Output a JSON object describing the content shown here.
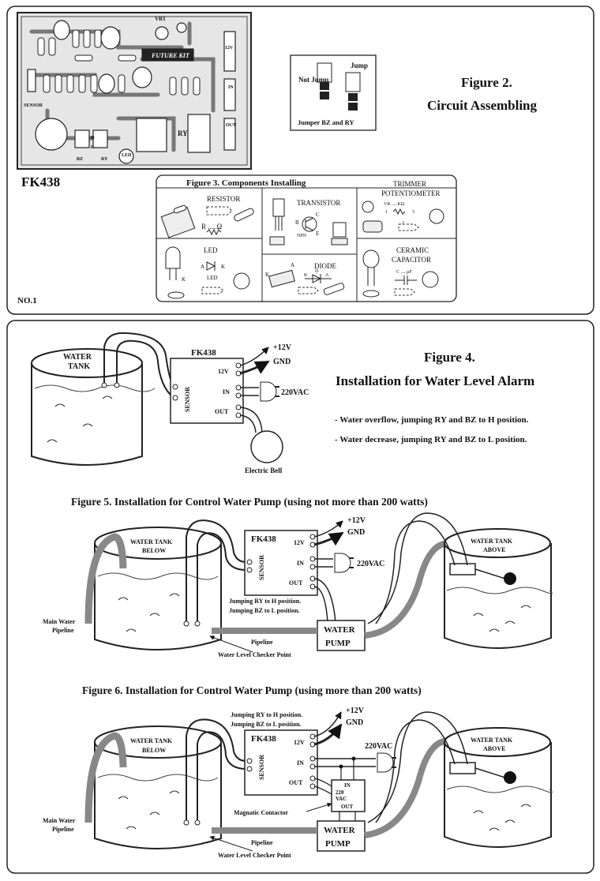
{
  "panel1": {
    "board_model": "FK438",
    "page_no": "NO.1",
    "board_marks": {
      "vr": "VR1",
      "logo": "FUTURE KIT",
      "sensor": "SENSOR",
      "ry": "RY",
      "bz": "BZ",
      "led": "LED",
      "h": "H",
      "l": "L",
      "ry_vertical": "RY",
      "out": "OUT",
      "in": "IN",
      "volt": "12V"
    },
    "jumper": {
      "not_jump": "Not Jump",
      "jump": "Jump",
      "caption": "Jumper BZ and RY"
    },
    "fig2": {
      "line1": "Figure 2.",
      "line2": "Circuit Assembling"
    },
    "fig3": {
      "title": "Figure 3. Components Installing",
      "resistor": "RESISTOR",
      "resistor_sym": "R .....Ω",
      "transistor": "TRANSISTOR",
      "npn": "NPN",
      "trimmer1": "TRIMMER",
      "trimmer2": "POTENTIOMETER",
      "trimmer_sym": "VR .....KΩ",
      "led": "LED",
      "led_sym": "LED",
      "diode": "DIODE",
      "ceramic1": "CERAMIC",
      "ceramic2": "CAPACITOR",
      "cap_sym": "C .....µF",
      "pin_a": "A",
      "pin_k": "K",
      "pin_b": "B",
      "pin_c": "C",
      "pin_e": "E",
      "pin_d": "D",
      "pin_1": "1",
      "pin_2": "2",
      "pin_3": "3"
    }
  },
  "fig4": {
    "line1": "Figure 4.",
    "line2": "Installation for Water Level Alarm",
    "tank": [
      "WATER",
      "TANK"
    ],
    "board": "FK438",
    "sensor": "SENSOR",
    "v12": "12V",
    "in": "IN",
    "out": "OUT",
    "plus12": "+12V",
    "gnd": "GND",
    "vac": "220VAC",
    "bell": "Electric Bell",
    "note1": "- Water overflow, jumping RY and BZ to H position.",
    "note2": "- Water decrease, jumping RY and BZ to L position."
  },
  "fig5": {
    "title": "Figure 5. Installation for Control Water Pump (using not more than 200 watts)",
    "tank_below": [
      "WATER TANK",
      "BELOW"
    ],
    "tank_above": [
      "WATER TANK",
      "ABOVE"
    ],
    "board": "FK438",
    "sensor": "SENSOR",
    "v12": "12V",
    "in": "IN",
    "out": "OUT",
    "plus12": "+12V",
    "gnd": "GND",
    "vac": "220VAC",
    "jump1": "Jumping RY to H position.",
    "jump2": "Jumping BZ to L position.",
    "main_pipe": [
      "Main Water",
      "Pipeline"
    ],
    "pipeline": "Pipeline",
    "pump": [
      "WATER",
      "PUMP"
    ],
    "checker": "Water Level Checker Point"
  },
  "fig6": {
    "title": "Figure 6. Installation for Control Water Pump (using more than 200 watts)",
    "tank_below": [
      "WATER TANK",
      "BELOW"
    ],
    "tank_above": [
      "WATER TANK",
      "ABOVE"
    ],
    "board": "FK438",
    "sensor": "SENSOR",
    "v12": "12V",
    "in": "IN",
    "out": "OUT",
    "plus12": "+12V",
    "gnd": "GND",
    "vac": "220VAC",
    "jump1": "Jumping RY to H position.",
    "jump2": "Jumping BZ to L position.",
    "contactor": "Magnatic Contactor",
    "cont_in": "IN",
    "cont_vac": [
      "220",
      "VAC"
    ],
    "cont_out": "OUT",
    "main_pipe": [
      "Main Water",
      "Pipeline"
    ],
    "pipeline": "Pipeline",
    "pump": [
      "WATER",
      "PUMP"
    ],
    "checker": "Water Level Checker Point"
  }
}
